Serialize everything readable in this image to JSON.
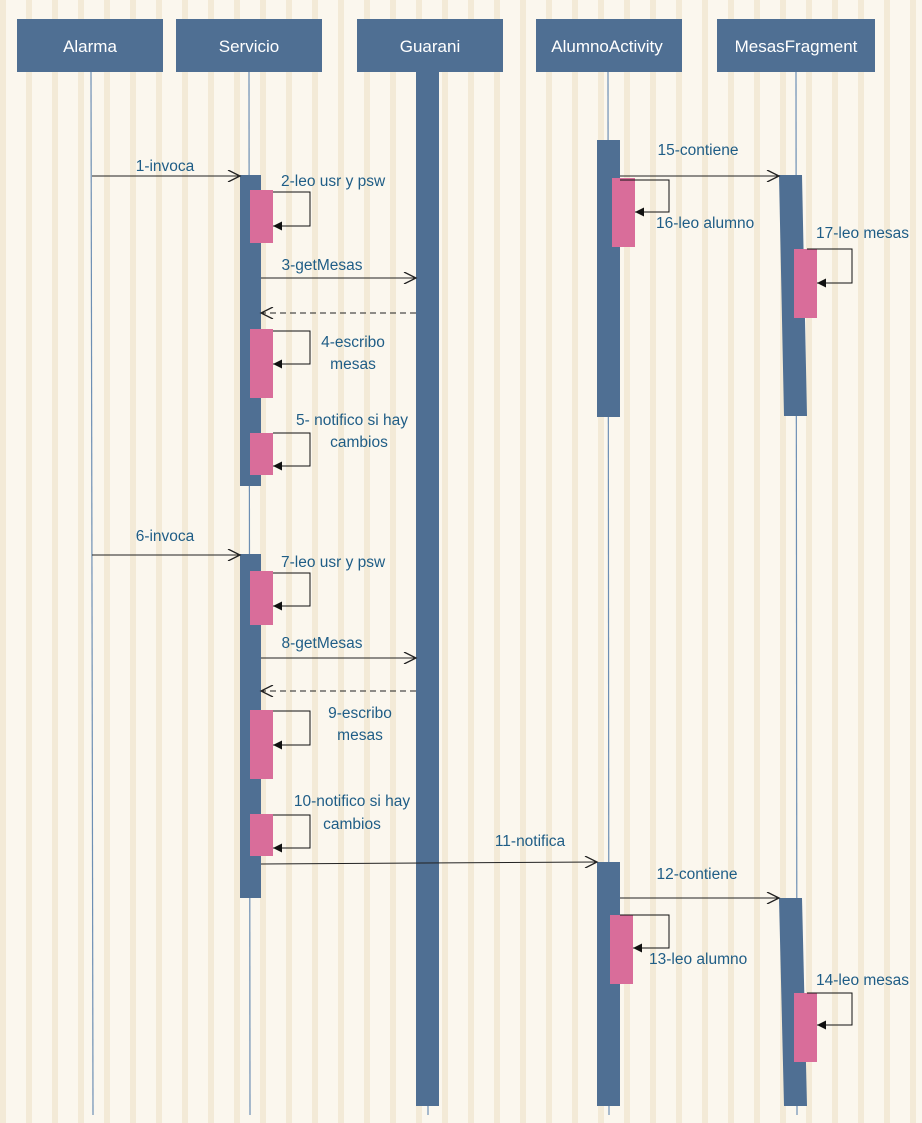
{
  "participants": {
    "alarma": "Alarma",
    "servicio": "Servicio",
    "guarani": "Guarani",
    "alumno_activity": "AlumnoActivity",
    "mesas_fragment": "MesasFragment"
  },
  "messages": {
    "m1": "1-invoca",
    "m2": "2-leo usr y psw",
    "m3": "3-getMesas",
    "m4a": "4-escribo",
    "m4b": "mesas",
    "m5a": "5- notifico si hay",
    "m5b": "cambios",
    "m6": "6-invoca",
    "m7": "7-leo usr y psw",
    "m8": "8-getMesas",
    "m9a": "9-escribo",
    "m9b": "mesas",
    "m10a": "10-notifico si hay",
    "m10b": "cambios",
    "m11": "11-notifica",
    "m12": "12-contiene",
    "m13": "13-leo alumno",
    "m14": "14-leo mesas",
    "m15": "15-contiene",
    "m16": "16-leo alumno",
    "m17": "17-leo mesas"
  },
  "colors": {
    "header": "#4f6f93",
    "activation": "#4f6f93",
    "self_activation": "#d96d9a",
    "lifeline": "#6d8fb4",
    "arrow": "#222222",
    "label": "#1f5d86"
  }
}
